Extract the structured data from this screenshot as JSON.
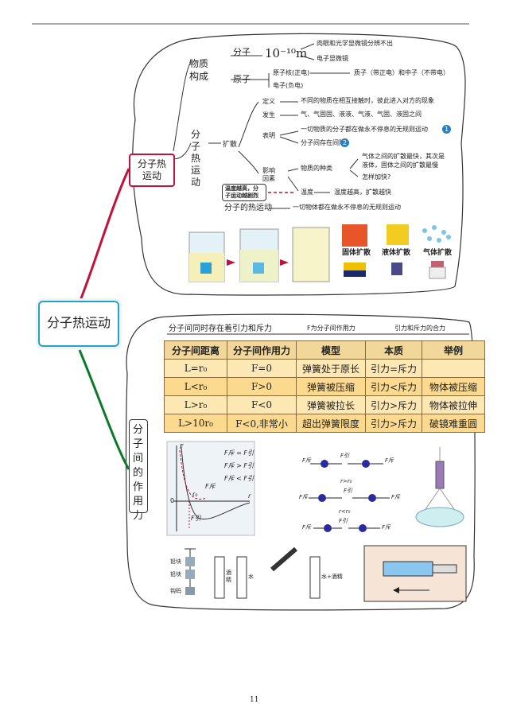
{
  "central": "分子热运动",
  "branch1": {
    "title": "分子热运动",
    "matter": {
      "title": "物质构成",
      "molecule": "分子",
      "size": "10⁻¹⁰m",
      "mol_note1": "肉眼和光学显微镜分辨不出",
      "mol_note2": "电子显微镜",
      "atom": "原子",
      "nucleus": "原子核(正电)",
      "nucleus_note": "质子（带正电）和中子（不带电）",
      "electron": "电子(负电)"
    },
    "motion": {
      "title": "分子热运动",
      "diffusion": "扩散",
      "def_label": "定义",
      "def_text": "不同的物质在相互接触时，彼此进入对方的现象",
      "occur_label": "发生",
      "occur_text": "气、气固固、液液、气液、气固、液固之间",
      "show_label": "表明",
      "show1": "一切物质的分子都在做永不停息的无规则运动",
      "show1_badge": "1",
      "show2": "分子间存在间隙",
      "show2_badge": "2",
      "factor_label": "影响因素",
      "factor1": "物质的种类",
      "factor1_note1": "气体之间的扩散最快，其次是",
      "factor1_note2": "液体，固体之间的扩散最慢",
      "factor1_q": "怎样加快?",
      "factor2": "温度",
      "factor2_note": "温度越高，扩散越快",
      "temp_box1": "温度越高，分",
      "temp_box2": "子运动越剧烈",
      "thermal": "分子的热运动",
      "thermal_text": "一切物体都在做永不停息的无规则运动",
      "img_solid": "固体扩散",
      "img_liquid": "液体扩散",
      "img_gas": "气体扩散"
    }
  },
  "branch2": {
    "title": "分子间的作用力",
    "top1": "分子间同时存在着引力和斥力",
    "top2": "F为分子间作用力",
    "top3": "引力和斥力的合力",
    "table": {
      "headers": [
        "分子间距离",
        "分子间作用力",
        "模型",
        "本质",
        "举例"
      ],
      "rows": [
        [
          "L=r₀",
          "F=0",
          "弹簧处于原长",
          "引力=斥力",
          ""
        ],
        [
          "L<r₀",
          "F>0",
          "弹簧被压缩",
          "引力<斥力",
          "物体被压缩"
        ],
        [
          "L>r₀",
          "F<0",
          "弹簧被拉长",
          "引力>斥力",
          "物体被拉伸"
        ],
        [
          "L>10r₀",
          "F<0,非常小",
          "超出弹簧限度",
          "引力>斥力",
          "破镜难重圆"
        ]
      ]
    },
    "graph": {
      "l1": "F斥 = F引",
      "l2": "F斥 > F引",
      "l3": "F斥 < F引",
      "f_rep": "F斥",
      "f_att": "F引",
      "origin": "0",
      "r0": "r₀",
      "r_axis": "r",
      "F_axis": "F"
    },
    "dots": {
      "row1_left": "F斥",
      "row1_mid": "F引",
      "row1_right": "F斥",
      "row2_label": "r>r₀",
      "row2_mid": "F引",
      "row2_left": "F斥",
      "row2_right": "F斥",
      "row3_label": "r<r₀",
      "row3_mid": "F引",
      "row3_left": "F斥",
      "row3_right": "F斥"
    },
    "bottom": {
      "lbl_a": "铅块",
      "lbl_b": "铅块",
      "lbl_c": "钩码",
      "tube_l": "酒精",
      "tube_r": "水",
      "mix": "水+酒精"
    }
  },
  "page_number": "11"
}
